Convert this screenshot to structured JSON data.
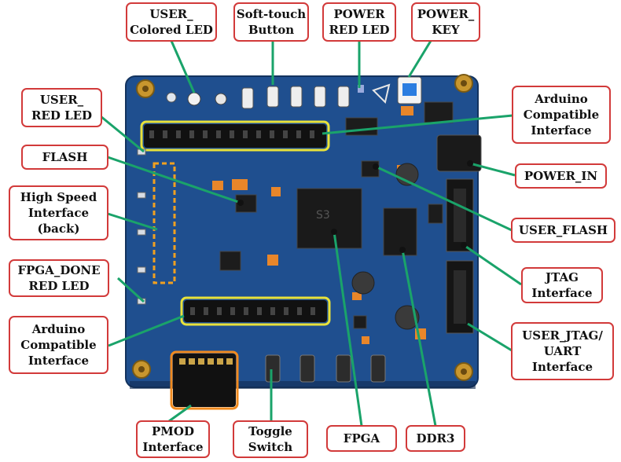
{
  "labels": {
    "user_colored_led": "USER_\nColored LED",
    "soft_touch_button": "Soft-touch\nButton",
    "power_red_led": "POWER\nRED LED",
    "power_key": "POWER_\nKEY",
    "user_red_led": "USER_\nRED LED",
    "arduino_top": "Arduino\nCompatible\nInterface",
    "flash": "FLASH",
    "power_in": "POWER_IN",
    "high_speed": "High Speed\nInterface\n(back)",
    "user_flash": "USER_FLASH",
    "jtag": "JTAG\nInterface",
    "fpga_done": "FPGA_DONE\nRED LED",
    "user_jtag_uart": "USER_JTAG/\nUART\nInterface",
    "arduino_bottom": "Arduino\nCompatible\nInterface",
    "pmod": "PMOD\nInterface",
    "toggle_switch": "Toggle\nSwitch",
    "fpga": "FPGA",
    "ddr3": "DDR3"
  },
  "colors": {
    "pcb": "#1f4f8f",
    "pcb_dark": "#163e74",
    "label_border": "#d23a3a",
    "leader_line": "#1aa36a",
    "header_highlight": "#e8e23a",
    "pmod_highlight": "#f08a1e",
    "silkscreen_box": "#f0a020"
  },
  "board_text": {
    "chip_logo": "S3"
  }
}
